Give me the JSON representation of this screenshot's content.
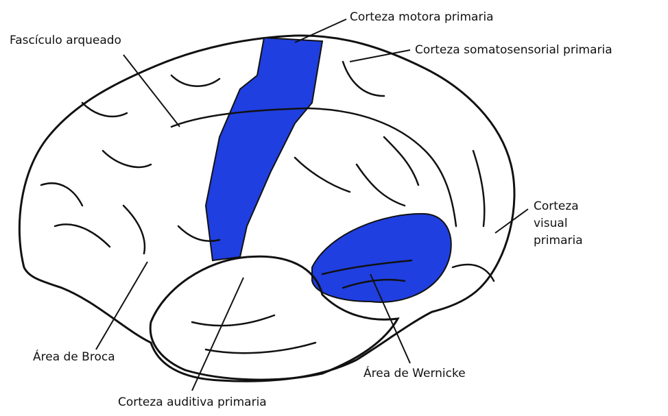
{
  "labels": {
    "motor_cortex": "Corteza motora primaria",
    "somatosensory_cortex": "Corteza somatosensorial primaria",
    "arcuate_fasciculus": "Fascículo arqueado",
    "visual_cortex": [
      "Corteza",
      "visual",
      "primaria"
    ],
    "brocas_area": "Área de Broca",
    "wernickes_area": "Área de Wernicke",
    "auditory_cortex": "Corteza auditiva primaria"
  },
  "colors": {
    "highlight": "#1f3fe0",
    "outline": "#111111",
    "background": "#ffffff"
  }
}
